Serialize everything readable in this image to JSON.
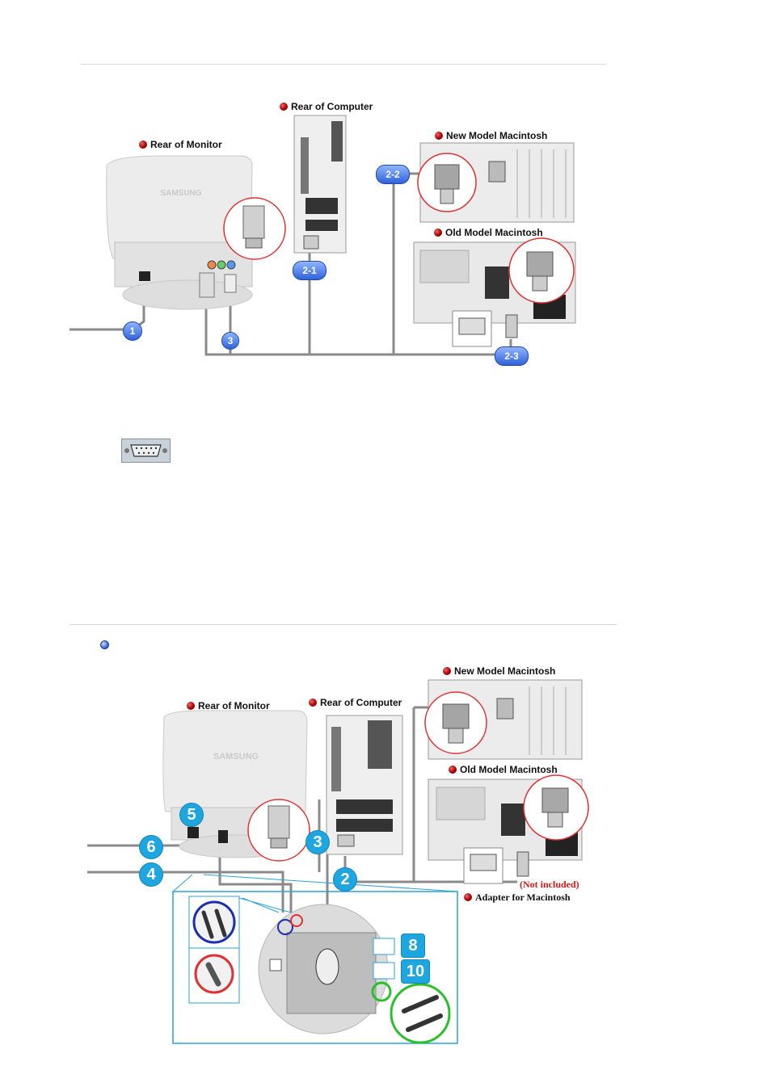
{
  "diagram1": {
    "labels": {
      "rear_of_computer": "Rear of Computer",
      "rear_of_monitor": "Rear of Monitor",
      "new_mac": "New Model Macintosh",
      "old_mac": "Old Model Macintosh"
    },
    "badges": {
      "b1": "1",
      "b2_1": "2-1",
      "b2_2": "2-2",
      "b2_3": "2-3",
      "b3": "3"
    },
    "monitor_brand": "SAMSUNG"
  },
  "diagram2": {
    "labels": {
      "new_mac": "New Model Macintosh",
      "rear_of_monitor": "Rear of Monitor",
      "rear_of_computer": "Rear of Computer",
      "old_mac": "Old Model Macintosh",
      "not_included": "(Not included)",
      "adapter": "Adapter for Macintosh"
    },
    "badges": {
      "b2": "2",
      "b3": "3",
      "b4": "4",
      "b5": "5",
      "b6": "6",
      "b8": "8",
      "b10": "10"
    },
    "monitor_brand": "SAMSUNG"
  },
  "colors": {
    "badge_blue": "#2f62d9",
    "badge_cyan": "#1ea6e0",
    "label_dot": "#a00000",
    "not_included": "#d01818",
    "frame_cyan": "#29a3d6"
  }
}
